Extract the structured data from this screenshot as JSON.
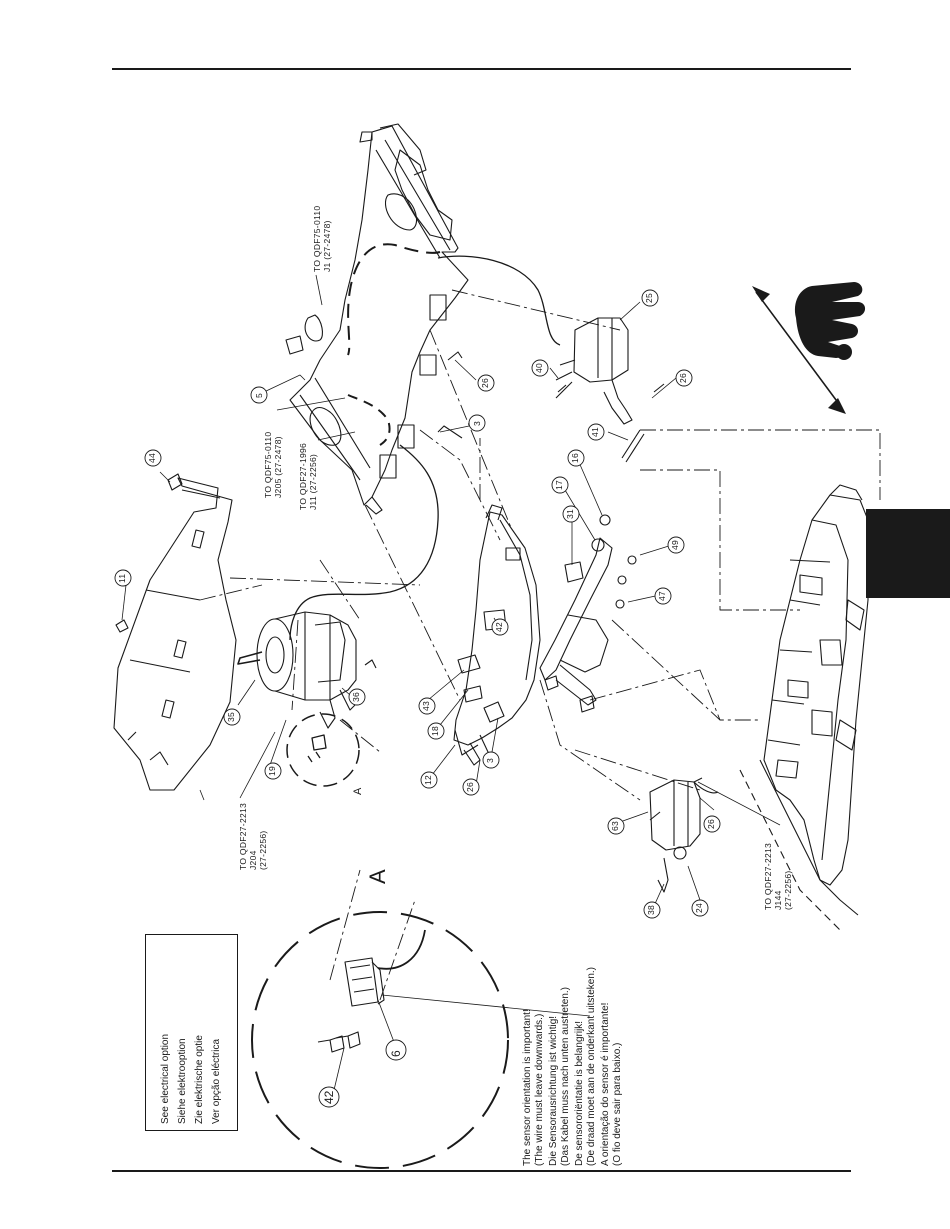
{
  "note_box": {
    "items": [
      "See electrical option",
      "Siehe elektrooption",
      "Zie elektrische optie",
      "Ver opção eléctrica"
    ]
  },
  "sensor_note": {
    "lines": [
      "The sensor orientation is important!",
      "(The wire must leave downwards.)",
      "Die Sensorausrichtung ist wichtig!",
      "(Das Kabel muss nach unten austreten.)",
      "De sensororiëntatie is belangrijk!",
      "(De draad moet aan de onderkant uitsteken.)",
      "A orientação do sensor é importante!",
      "(O fio deve sair para baixo.)"
    ]
  },
  "connectors": {
    "j1": [
      "TO QDF75-0110",
      "J1 (27-2478)"
    ],
    "j205": [
      "TO QDF75-0110",
      "J205 (27-2478)"
    ],
    "j11": [
      "TO QDF27-1996",
      "J11 (27-2256)"
    ],
    "j204": [
      "TO QDF27-2213",
      "J204",
      "(27-2256)"
    ],
    "j144": [
      "TO QDF27-2213",
      "J144",
      "(27-2256)"
    ]
  },
  "detail": {
    "big_label": "A",
    "small_label": "A"
  },
  "callouts": [
    "44",
    "11",
    "35",
    "19",
    "36",
    "12",
    "26",
    "3",
    "18",
    "43",
    "42",
    "31",
    "17",
    "16",
    "49",
    "47",
    "5",
    "26",
    "3",
    "40",
    "25",
    "26",
    "41",
    "63",
    "26",
    "38",
    "24",
    "42",
    "6"
  ]
}
